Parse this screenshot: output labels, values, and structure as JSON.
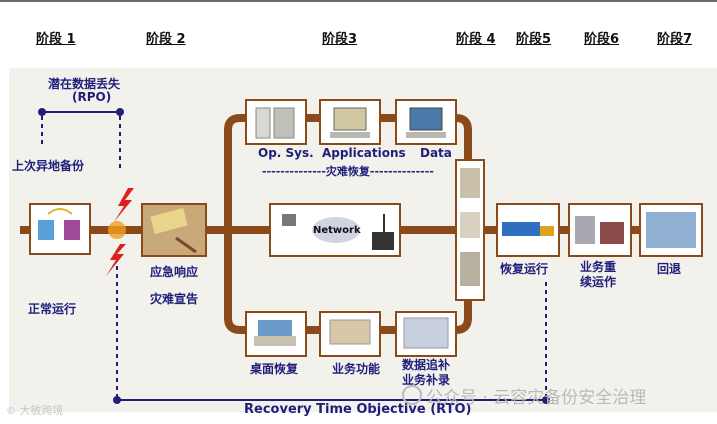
{
  "stages": [
    "阶段 1",
    "阶段 2",
    "阶段3",
    "阶段 4",
    "阶段5",
    "阶段6",
    "阶段7"
  ],
  "rpo": {
    "label_line1": "潜在数据丢失",
    "label_line2": "(RPO)",
    "last_backup": "上次异地备份"
  },
  "normal_operation": "正常运行",
  "emergency": {
    "line1": "应急响应",
    "line2": "灾难宣告"
  },
  "recovery_top": {
    "items": [
      "Op. Sys.",
      "Applications",
      "Data"
    ],
    "caption": "--------------灾难恢复--------------"
  },
  "network": {
    "label": "Network"
  },
  "recovery_bottom": {
    "items": [
      "桌面恢复",
      "业务功能"
    ],
    "data_line1": "数据追补",
    "data_line2": "业务补录"
  },
  "resume": "恢复运行",
  "continue": {
    "line1": "业务重",
    "line2": "续运作"
  },
  "fallback": "回退",
  "rto": "Recovery Time Objective (RTO)",
  "watermarks": {
    "right": "公众号 · 云容灾备份安全治理",
    "left": "大敏跨境"
  },
  "colors": {
    "pipe": "#8a4a1a",
    "label": "#1f1f7a",
    "lightning": "#e02020",
    "panel": "#f3f1ec"
  }
}
